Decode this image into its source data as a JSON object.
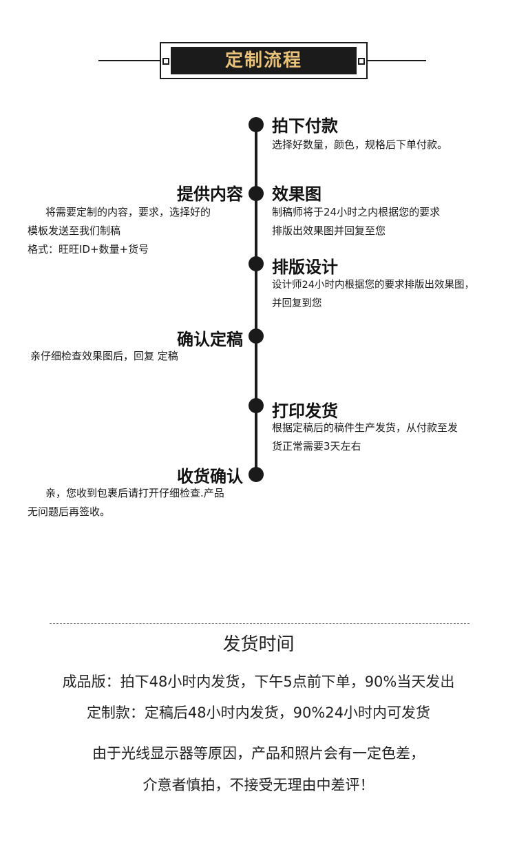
{
  "header": {
    "title": "定制流程"
  },
  "steps": {
    "s1": {
      "title": "拍下付款",
      "desc": [
        "选择好数量，颜色，规格后下单付款。"
      ]
    },
    "s2": {
      "title": "提供内容",
      "desc": [
        "将需要定制的内容，要求，选择好的",
        "模板发送至我们制稿",
        "格式：旺旺ID+数量+货号"
      ]
    },
    "s3": {
      "title": "效果图",
      "desc": [
        "制稿师将于24小时之内根据您的要求",
        "排版出效果图并回复至您"
      ]
    },
    "s4": {
      "title": "排版设计",
      "desc": [
        "设计师24小时内根据您的要求排版出效果图，",
        "并回复到您"
      ]
    },
    "s5": {
      "title": "确认定稿",
      "desc": [
        "亲仔细检查效果图后，回复 定稿"
      ]
    },
    "s6": {
      "title": "打印发货",
      "desc": [
        "根据定稿后的稿件生产发货，从付款至发",
        "货正常需要3天左右"
      ]
    },
    "s7": {
      "title": "收货确认",
      "desc": [
        "亲，您收到包裹后请打开仔细检查.产品",
        "无问题后再签收。"
      ]
    }
  },
  "shipping": {
    "title": "发货时间",
    "line1": "成品版：拍下48小时内发货，下午5点前下单，90%当天发出",
    "line2": "定制款：定稿后48小时内发货，90%24小时内可发货",
    "line3": "由于光线显示器等原因，产品和照片会有一定色差，",
    "line4": "介意者慎拍，不接受无理由中差评！"
  }
}
